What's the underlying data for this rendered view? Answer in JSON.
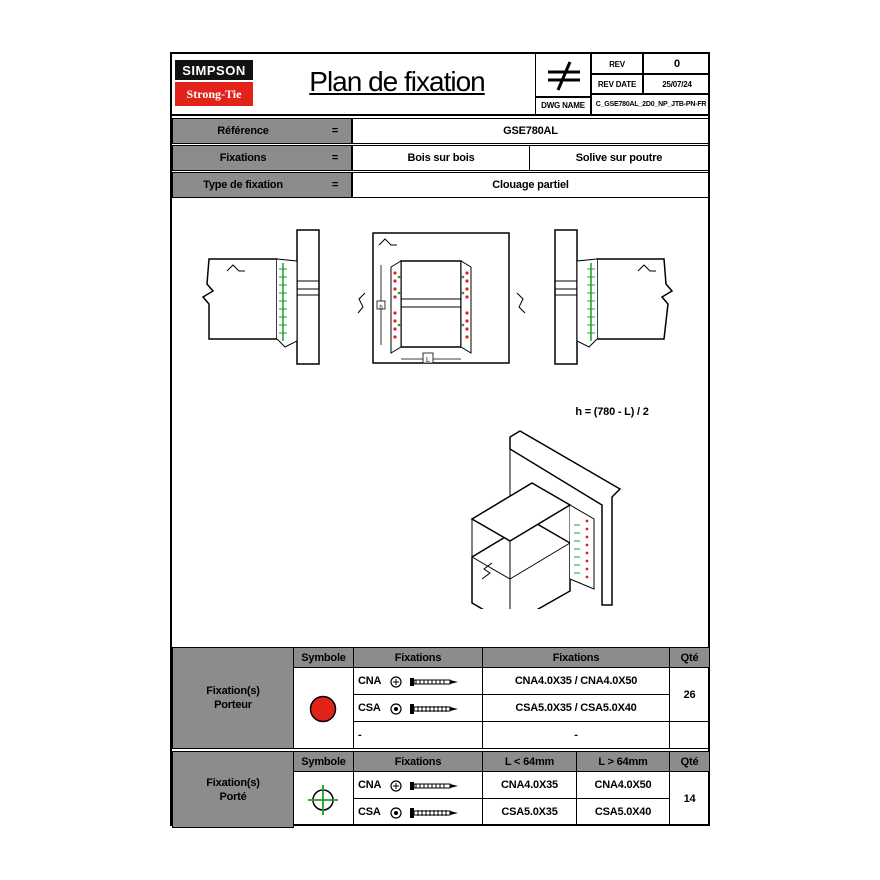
{
  "header": {
    "logo_top": "SIMPSON",
    "logo_bottom": "Strong-Tie",
    "title": "Plan de fixation",
    "rev_label": "REV",
    "rev_value": "0",
    "rev_date_label": "REV DATE",
    "rev_date_value": "25/07/24",
    "dwg_name_label": "DWG NAME",
    "dwg_name_value": "C_GSE780AL_2D0_NP_JTB-PN-FR"
  },
  "info": {
    "eq": "=",
    "reference_label": "Référence",
    "reference_value": "GSE780AL",
    "fixations_label": "Fixations",
    "fixations_value_1": "Bois sur bois",
    "fixations_value_2": "Solive sur poutre",
    "type_label": "Type de fixation",
    "type_value": "Clouage partiel"
  },
  "drawing": {
    "formula": "h = (780 - L) / 2",
    "dim_h": "h",
    "dim_L": "L"
  },
  "porteur": {
    "label_line1": "Fixation(s)",
    "label_line2": "Porteur",
    "col_symbol": "Symbole",
    "col_fixations": "Fixations",
    "col_fixations2": "Fixations",
    "col_qty": "Qté",
    "rows": [
      {
        "type": "CNA",
        "spec": "CNA4.0X35 / CNA4.0X50"
      },
      {
        "type": "CSA",
        "spec": "CSA5.0X35 / CSA5.0X40"
      },
      {
        "type": "-",
        "spec": "-"
      }
    ],
    "qty": "26",
    "symbol_color": "#e2231a"
  },
  "porte": {
    "label_line1": "Fixation(s)",
    "label_line2": "Porté",
    "col_symbol": "Symbole",
    "col_fixations": "Fixations",
    "col_l_small": "L < 64mm",
    "col_l_large": "L > 64mm",
    "col_qty": "Qté",
    "rows": [
      {
        "type": "CNA",
        "small": "CNA4.0X35",
        "large": "CNA4.0X50"
      },
      {
        "type": "CSA",
        "small": "CSA5.0X35",
        "large": "CSA5.0X40"
      }
    ],
    "qty": "14",
    "symbol_color": "#1f9e2a"
  }
}
